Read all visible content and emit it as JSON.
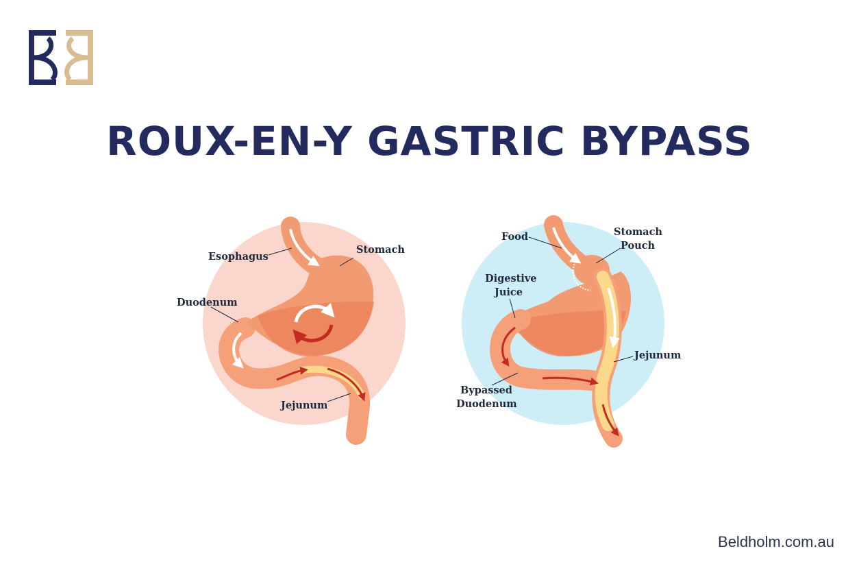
{
  "colors": {
    "navy": "#232a5e",
    "gold": "#d9bc92",
    "peach_circle": "#fbd6cc",
    "blue_circle": "#cdeef7",
    "stomach_light": "#f29a72",
    "stomach_dark": "#e9805a",
    "intestine": "#f5a079",
    "jejunum_yellow": "#fbd98b",
    "arrow_red": "#c32a22",
    "label_text": "#1e2a3c",
    "footer_text": "#2b3353"
  },
  "logo": {
    "icon": "monogram-logo"
  },
  "title": "ROUX-EN-Y GASTRIC BYPASS",
  "before": {
    "labels": {
      "esophagus": "Esophagus",
      "stomach": "Stomach",
      "duodenum": "Duodenum",
      "jejunum": "Jejunum"
    }
  },
  "after": {
    "labels": {
      "food": "Food",
      "stomach_pouch_1": "Stomach",
      "stomach_pouch_2": "Pouch",
      "digestive_juice_1": "Digestive",
      "digestive_juice_2": "Juice",
      "jejunum": "Jejunum",
      "bypassed_duodenum_1": "Bypassed",
      "bypassed_duodenum_2": "Duodenum"
    }
  },
  "footer": "Beldholm.com.au"
}
